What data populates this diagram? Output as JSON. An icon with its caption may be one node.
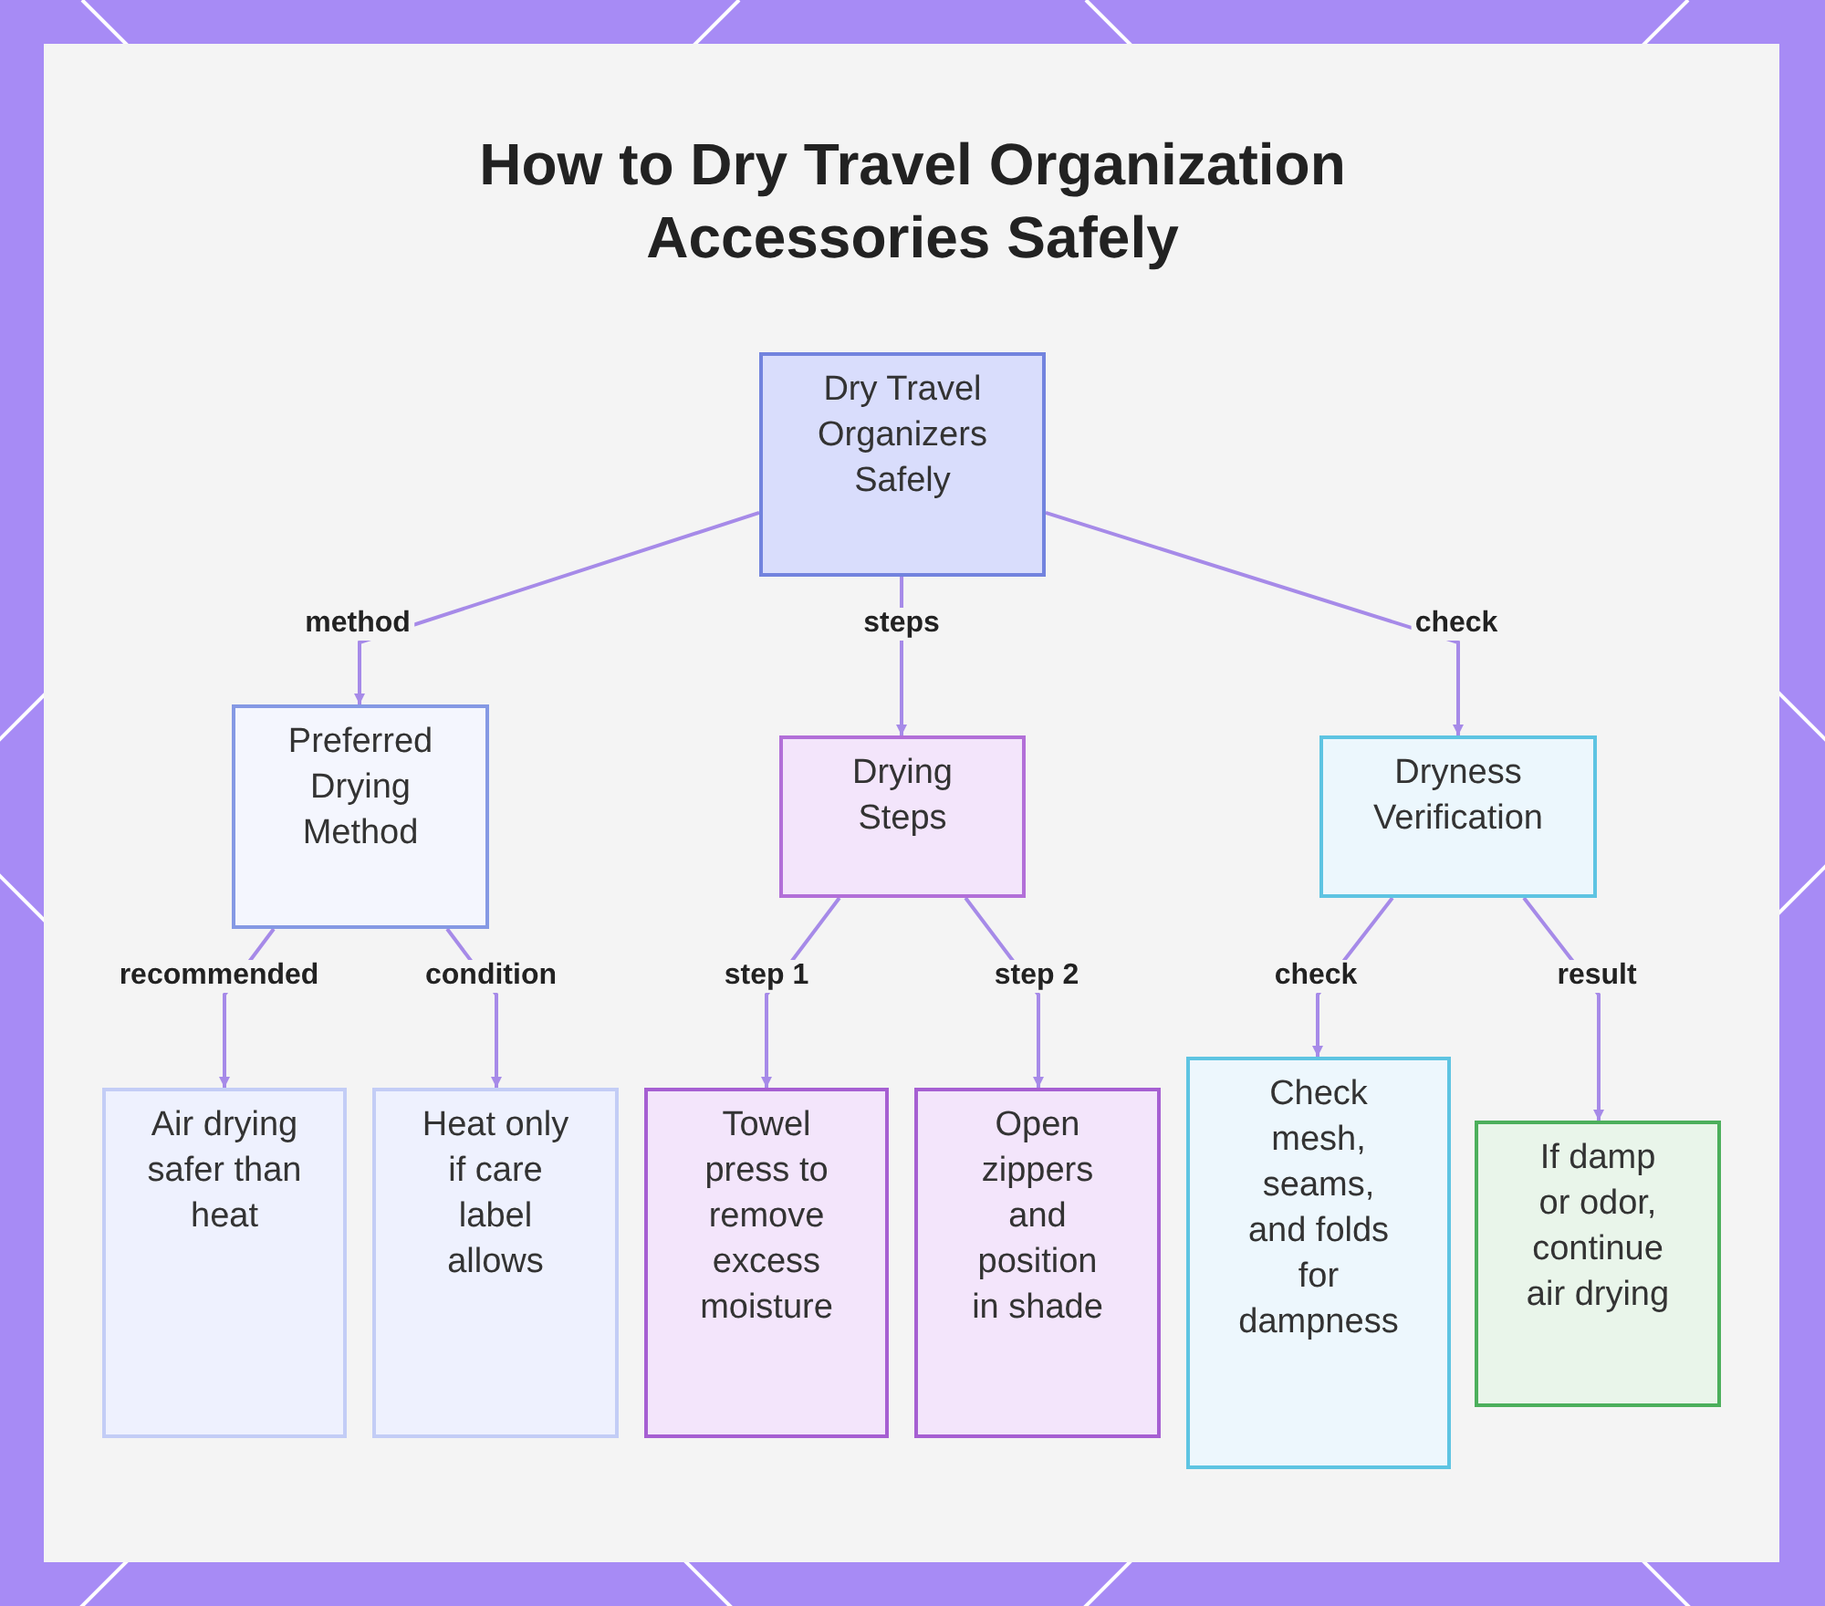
{
  "diagram": {
    "title": "How to Dry Travel Organization Accessories Safely",
    "nodes": [
      {
        "text": [
          "Dry Travel Organizers Safely"
        ]
      },
      {
        "text": [
          "Preferred Drying Method"
        ]
      },
      {
        "text": [
          "Drying Steps"
        ]
      },
      {
        "text": [
          "Dryness Verification"
        ]
      },
      {
        "text": [
          "Air drying safer than heat"
        ]
      },
      {
        "text": [
          "Heat only if care label allows"
        ]
      },
      {
        "text": [
          "Towel press to remove excess moisture"
        ]
      },
      {
        "text": [
          "Open zippers and position in shade"
        ]
      },
      {
        "text": [
          "Check mesh, seams, and folds for dampness"
        ]
      },
      {
        "text": [
          "If damp or odor, continue air drying"
        ]
      }
    ],
    "edges": [
      {
        "from": 0,
        "to": 1,
        "arrow": "to",
        "label": "method"
      },
      {
        "from": 0,
        "to": 2,
        "arrow": "to",
        "label": "steps"
      },
      {
        "from": 0,
        "to": 3,
        "arrow": "to",
        "label": "check"
      },
      {
        "from": 1,
        "to": 4,
        "arrow": "to",
        "label": "recommended"
      },
      {
        "from": 1,
        "to": 5,
        "arrow": "to",
        "label": "condition"
      },
      {
        "from": 2,
        "to": 6,
        "arrow": "to",
        "label": "step 1"
      },
      {
        "from": 2,
        "to": 7,
        "arrow": "to",
        "label": "step 2"
      },
      {
        "from": 3,
        "to": 8,
        "arrow": "to",
        "label": "check"
      },
      {
        "from": 3,
        "to": 9,
        "arrow": "to",
        "label": "result"
      }
    ]
  }
}
